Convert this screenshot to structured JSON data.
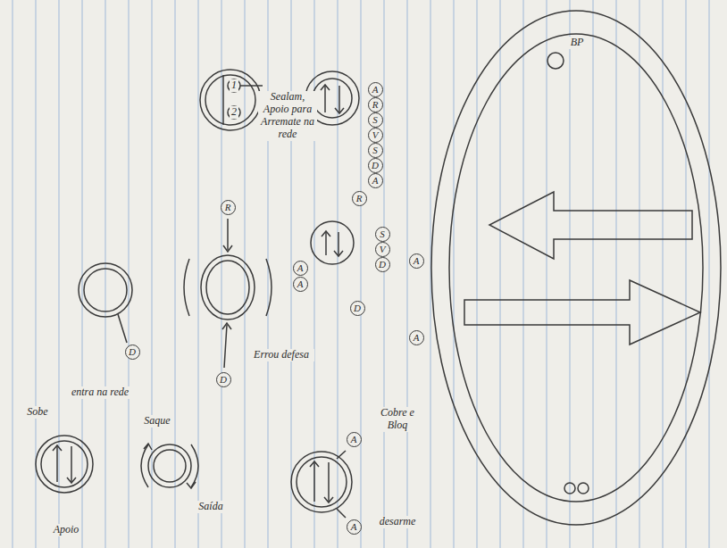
{
  "diagram": {
    "nodes": [
      {
        "text": [
          "A"
        ]
      },
      {
        "text": [
          "R"
        ]
      },
      {
        "text": [
          "S"
        ]
      },
      {
        "text": [
          "V"
        ]
      },
      {
        "text": [
          "S"
        ]
      },
      {
        "text": [
          "D"
        ]
      },
      {
        "text": [
          "A"
        ]
      },
      {
        "text": [
          "A"
        ]
      },
      {
        "text": [
          "A"
        ]
      },
      {
        "text": [
          "R"
        ]
      },
      {
        "text": [
          "S"
        ]
      },
      {
        "text": [
          "V"
        ]
      },
      {
        "text": [
          "D"
        ]
      },
      {
        "text": [
          "A"
        ]
      },
      {
        "text": [
          "A"
        ]
      },
      {
        "text": [
          "D"
        ]
      },
      {
        "text": [
          "A"
        ]
      },
      {
        "text": [
          "A"
        ]
      },
      {
        "text": [
          "R"
        ]
      },
      {
        "text": [
          "D"
        ]
      },
      {
        "text": [
          "D"
        ]
      }
    ],
    "labels": [
      "BP",
      "Cobre e Bloq",
      "desarme",
      "Errou defesa",
      "Sealam, Apoio para Arremate na rede",
      "1",
      "2",
      "entra na rede",
      "Saque",
      "Saída",
      "Sobe",
      "Apoio"
    ]
  }
}
